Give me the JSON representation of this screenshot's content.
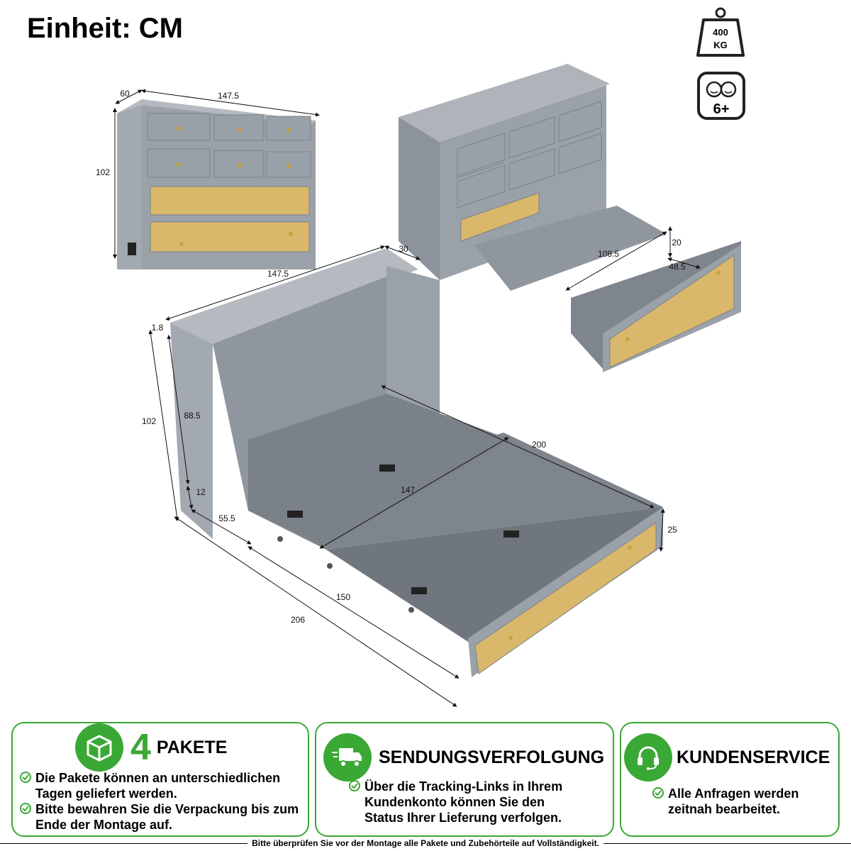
{
  "unit_title": "Einheit: CM",
  "badges": {
    "weight": {
      "icon": "weight-icon",
      "value": "400",
      "unit": "KG"
    },
    "age": {
      "icon": "children-age-icon",
      "label": "6+"
    }
  },
  "dimensions": {
    "closed_depth": "60",
    "closed_width": "147.5",
    "closed_height": "102",
    "drawer_width": "108.5",
    "drawer_height": "20",
    "drawer_depth": "48.5",
    "open_top_depth": "30",
    "open_top_width": "147.5",
    "open_top_thickness": "1.8",
    "open_height": "102",
    "open_inner_height": "88.5",
    "open_leg_height": "12",
    "open_base_depth": "55.5",
    "mattress_length": "200",
    "mattress_width": "147",
    "foot_height": "25",
    "total_width": "150",
    "total_length": "206"
  },
  "colors": {
    "accent": "#3aa835",
    "furniture": "#8f969e",
    "rattan": "#d9b76b"
  },
  "panels": [
    {
      "icon": "package-icon",
      "count": "4",
      "title": "PAKETE",
      "bullets": [
        "Die Pakete können an unterschiedlichen Tagen geliefert werden.",
        "Bitte bewahren Sie die Verpackung bis zum Ende der Montage auf."
      ]
    },
    {
      "icon": "delivery-truck-icon",
      "title": "SENDUNGSVERFOLGUNG",
      "bullets": [
        "Über die Tracking-Links in Ihrem Kundenkonto können Sie den Status Ihrer Lieferung verfolgen."
      ]
    },
    {
      "icon": "headset-icon",
      "title": "KUNDENSERVICE",
      "bullets": [
        "Alle Anfragen werden zeitnah bearbeitet."
      ]
    }
  ],
  "footer": "Bitte überprüfen Sie vor der Montage alle Pakete und Zubehörteile auf Vollständigkeit."
}
